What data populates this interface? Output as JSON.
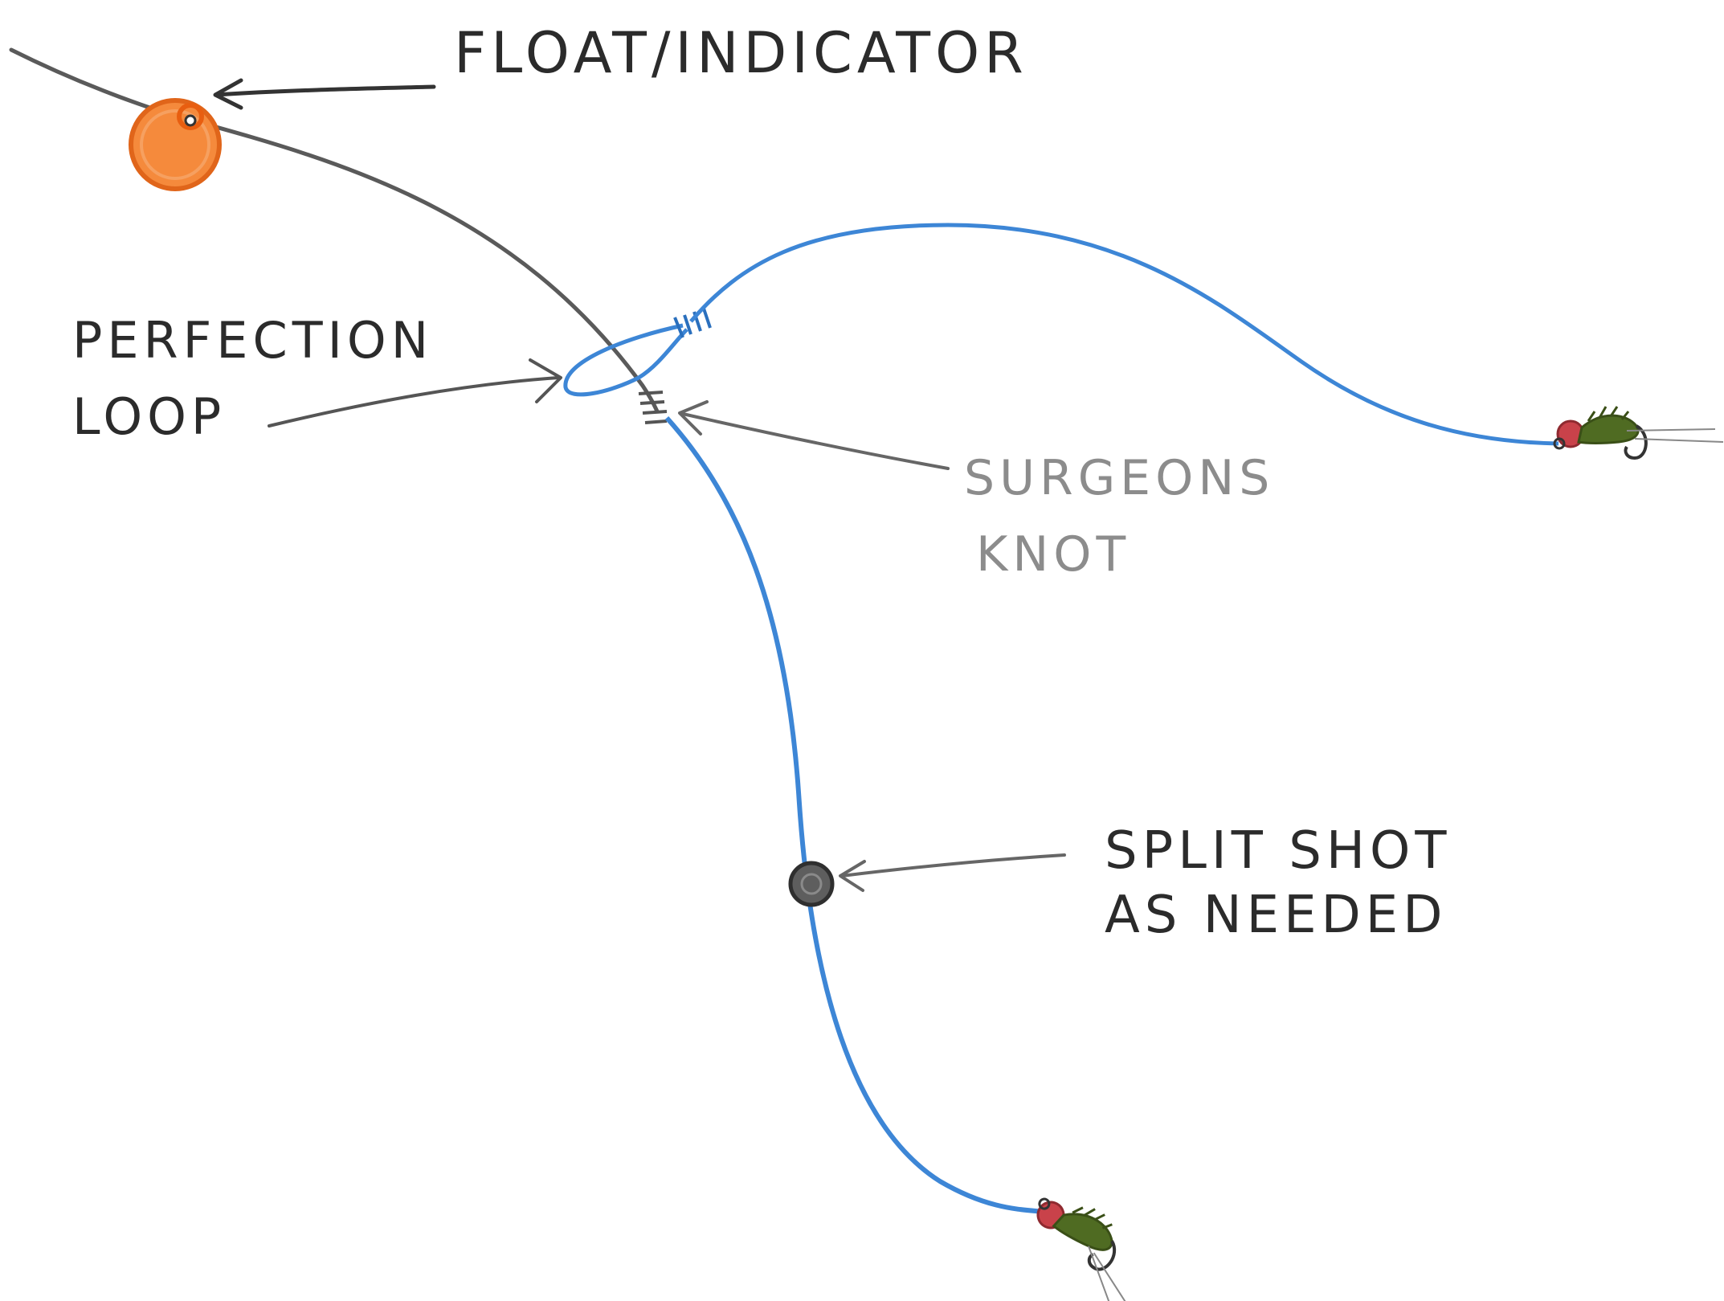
{
  "labels": {
    "float_indicator": "FLOAT/INDICATOR",
    "perfection_loop_line1": "PERFECTION",
    "perfection_loop_line2": "LOOP",
    "surgeons_knot_line1": "SURGEONS",
    "surgeons_knot_line2": "KNOT",
    "split_shot_line1": "SPLIT SHOT",
    "split_shot_line2": "AS NEEDED"
  },
  "colors": {
    "main_line": "#5a5a5a",
    "tippet": "#3d86d6",
    "float": "#f07a2a",
    "split_shot": "#555555",
    "fly_bead": "#c9424a",
    "fly_body": "#4f6b22",
    "arrow": "#4a4a4a"
  },
  "icons": {
    "float": "float-indicator-icon",
    "split_shot": "split-shot-icon",
    "fly": "nymph-fly-icon"
  }
}
